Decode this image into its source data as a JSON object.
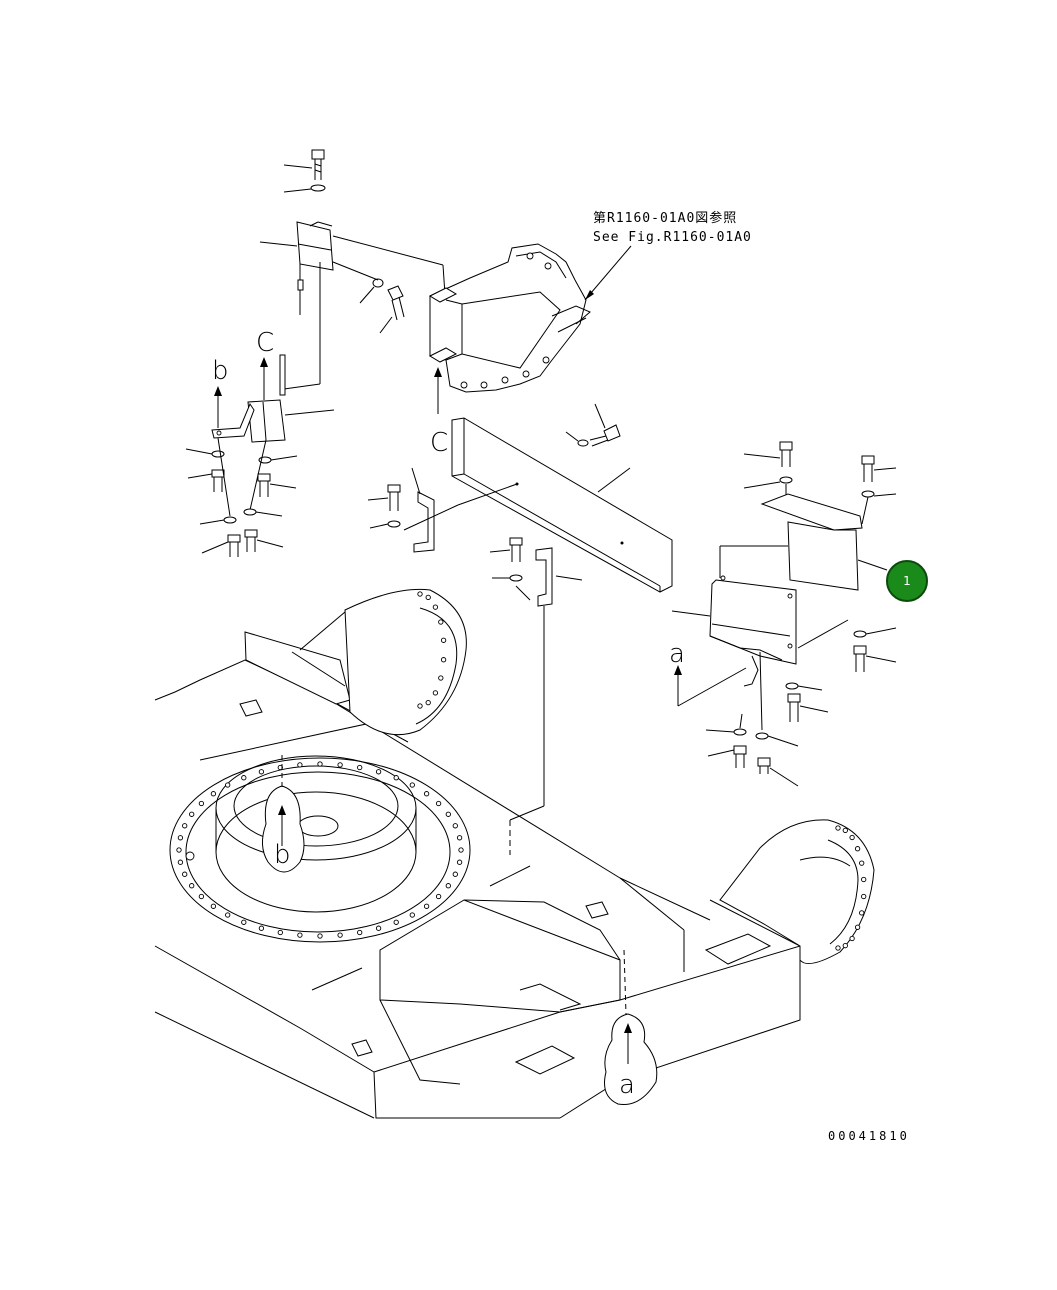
{
  "reference_note": {
    "line1": "第R1160-01A0図参照",
    "line2": "See Fig.R1160-01A0"
  },
  "view_labels": {
    "c_upper": "C",
    "b_upper": "b",
    "c_lower": "C",
    "a_right": "a",
    "b_frame": "b",
    "a_frame": "a"
  },
  "callout": {
    "number": "1",
    "color": "#1a8a1a"
  },
  "drawing_code": "00041810"
}
